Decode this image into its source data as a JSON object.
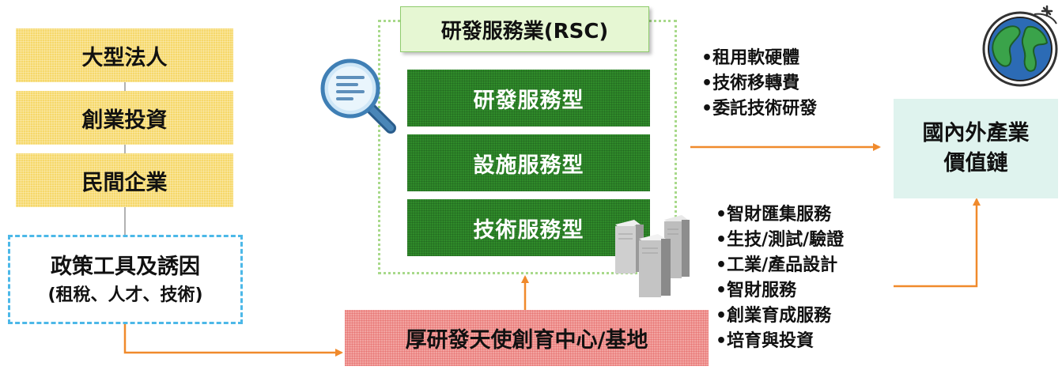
{
  "left_stack": {
    "items": [
      "大型法人",
      "創業投資",
      "民間企業"
    ],
    "policy_box": {
      "title": "政策工具及誘因",
      "subtitle": "(租稅、人才、技術)"
    }
  },
  "rsc": {
    "title": "研發服務業(RSC)",
    "types": [
      "研發服務型",
      "設施服務型",
      "技術服務型"
    ]
  },
  "incubator": {
    "label": "厚研發天使創育中心/基地"
  },
  "top_services": [
    "租用軟硬體",
    "技術移轉費",
    "委託技術研發"
  ],
  "bottom_services": [
    "智財匯集服務",
    "生技/測試/驗證",
    "工業/產品設計",
    "智財服務",
    "創業育成服務",
    "培育與投資"
  ],
  "value_chain": {
    "line1": "國內外產業",
    "line2": "價值鏈"
  },
  "colors": {
    "yellow": "#f6d86a",
    "green": "#2f8a2a",
    "pink": "#f2a3a0",
    "teal_box": "#dff3ee",
    "arrow": "#f08a2c",
    "dashed_blue": "#4cb8e8",
    "dotted_green": "#a8d98a"
  }
}
